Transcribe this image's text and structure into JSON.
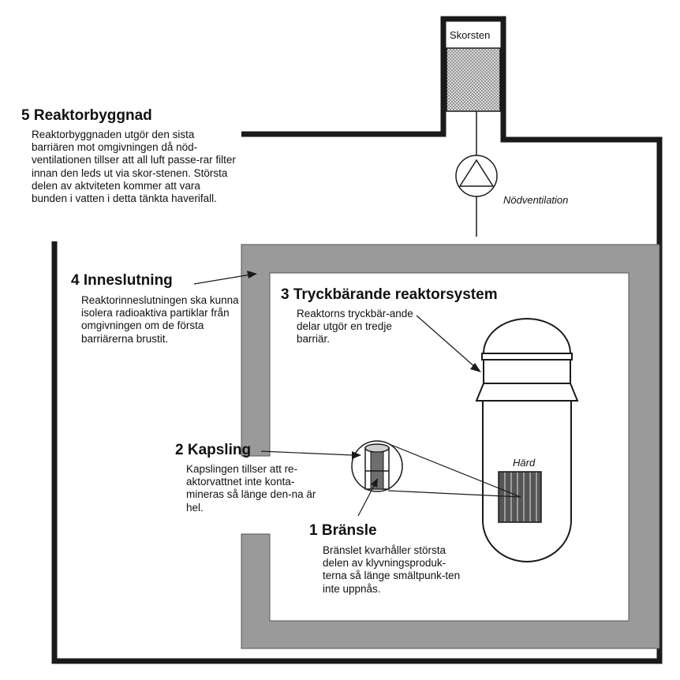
{
  "colors": {
    "ink": "#1a1a1a",
    "wall_fill": "#9a9a9a",
    "inner_fill": "#ffffff",
    "filter_fill": "#b5b5b5",
    "core_dark": "#555555",
    "core_light": "#9d9d9d"
  },
  "labels": {
    "chimney": "Skorsten",
    "ventilation": "Nödventilation",
    "core": "Härd"
  },
  "barriers": {
    "b5": {
      "title": "5 Reaktorbyggnad",
      "text": "Reaktorbyggnaden utgör den sista barriären mot omgivningen då nöd-ventilationen tillser att all luft passe-rar filter innan den leds ut via skor-stenen. Största delen av aktviteten kommer att vara bunden i vatten i detta tänkta haverifall."
    },
    "b4": {
      "title": "4 Inneslutning",
      "text": "Reaktorinneslutningen ska kunna isolera radioaktiva partiklar från omgivningen om de första barriärerna brustit."
    },
    "b3": {
      "title": "3 Tryckbärande reaktorsystem",
      "text": "Reaktorns tryckbär-ande delar utgör en tredje barriär."
    },
    "b2": {
      "title": "2 Kapsling",
      "text": "Kapslingen tillser att re-aktorvattnet inte konta-mineras så länge den-na är hel."
    },
    "b1": {
      "title": "1 Bränsle",
      "text": "Bränslet kvarhåller största delen av klyvningsproduk-terna så länge smältpunk-ten inte uppnås."
    }
  }
}
